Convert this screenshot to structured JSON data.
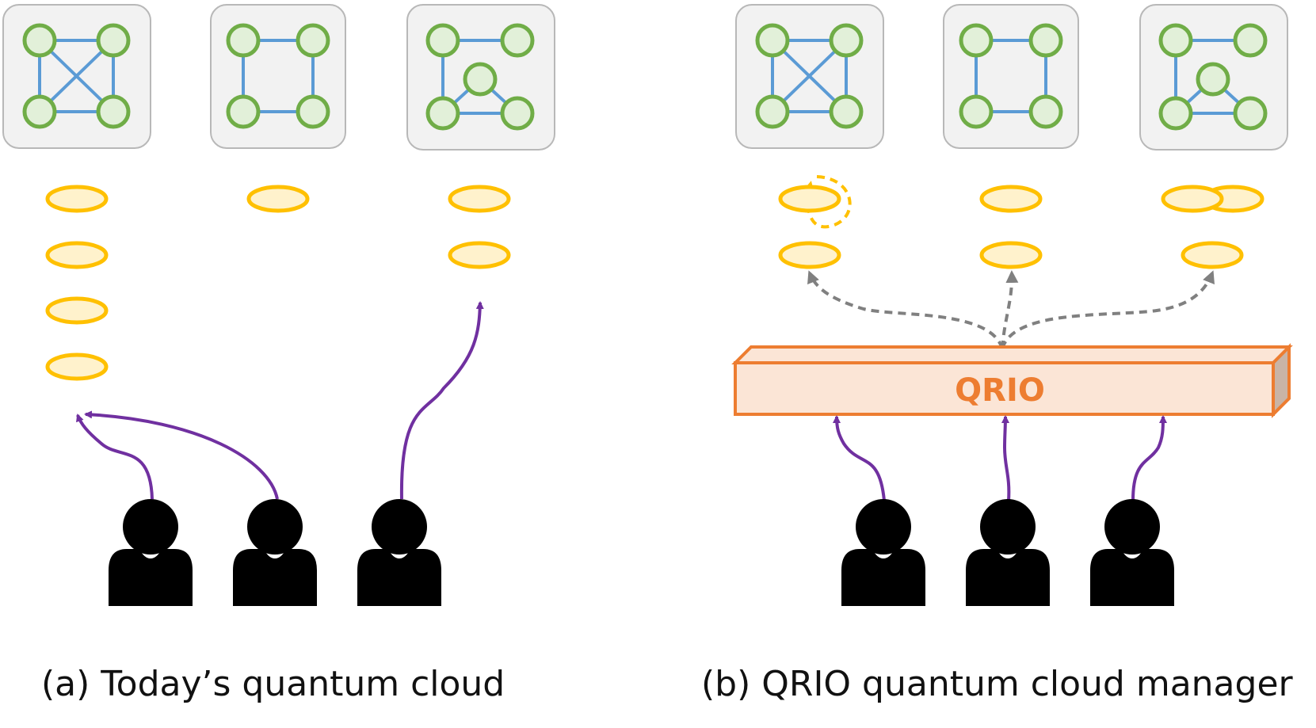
{
  "captions": {
    "a": "(a) Today’s quantum cloud",
    "b": "(b)  QRIO  quantum cloud manager"
  },
  "qrio_label": "QRIO",
  "colors": {
    "device_fill": "#f2f2f2",
    "device_stroke": "#b8b8b8",
    "qubit_fill": "#e2f0d9",
    "qubit_stroke": "#70ad47",
    "coupler": "#5b9bd5",
    "job_fill": "#fff2cc",
    "job_stroke": "#ffc000",
    "user_arrow": "#7030a0",
    "dispatch_arrow": "#808080",
    "qrio_fill": "#fbe5d6",
    "qrio_stroke": "#ed7d31",
    "qrio_side": "#c9b4a6",
    "user_icon": "#000000"
  },
  "icons": [
    "quantum-device-icon",
    "job-ellipse-icon",
    "user-icon",
    "arrow-icon"
  ]
}
